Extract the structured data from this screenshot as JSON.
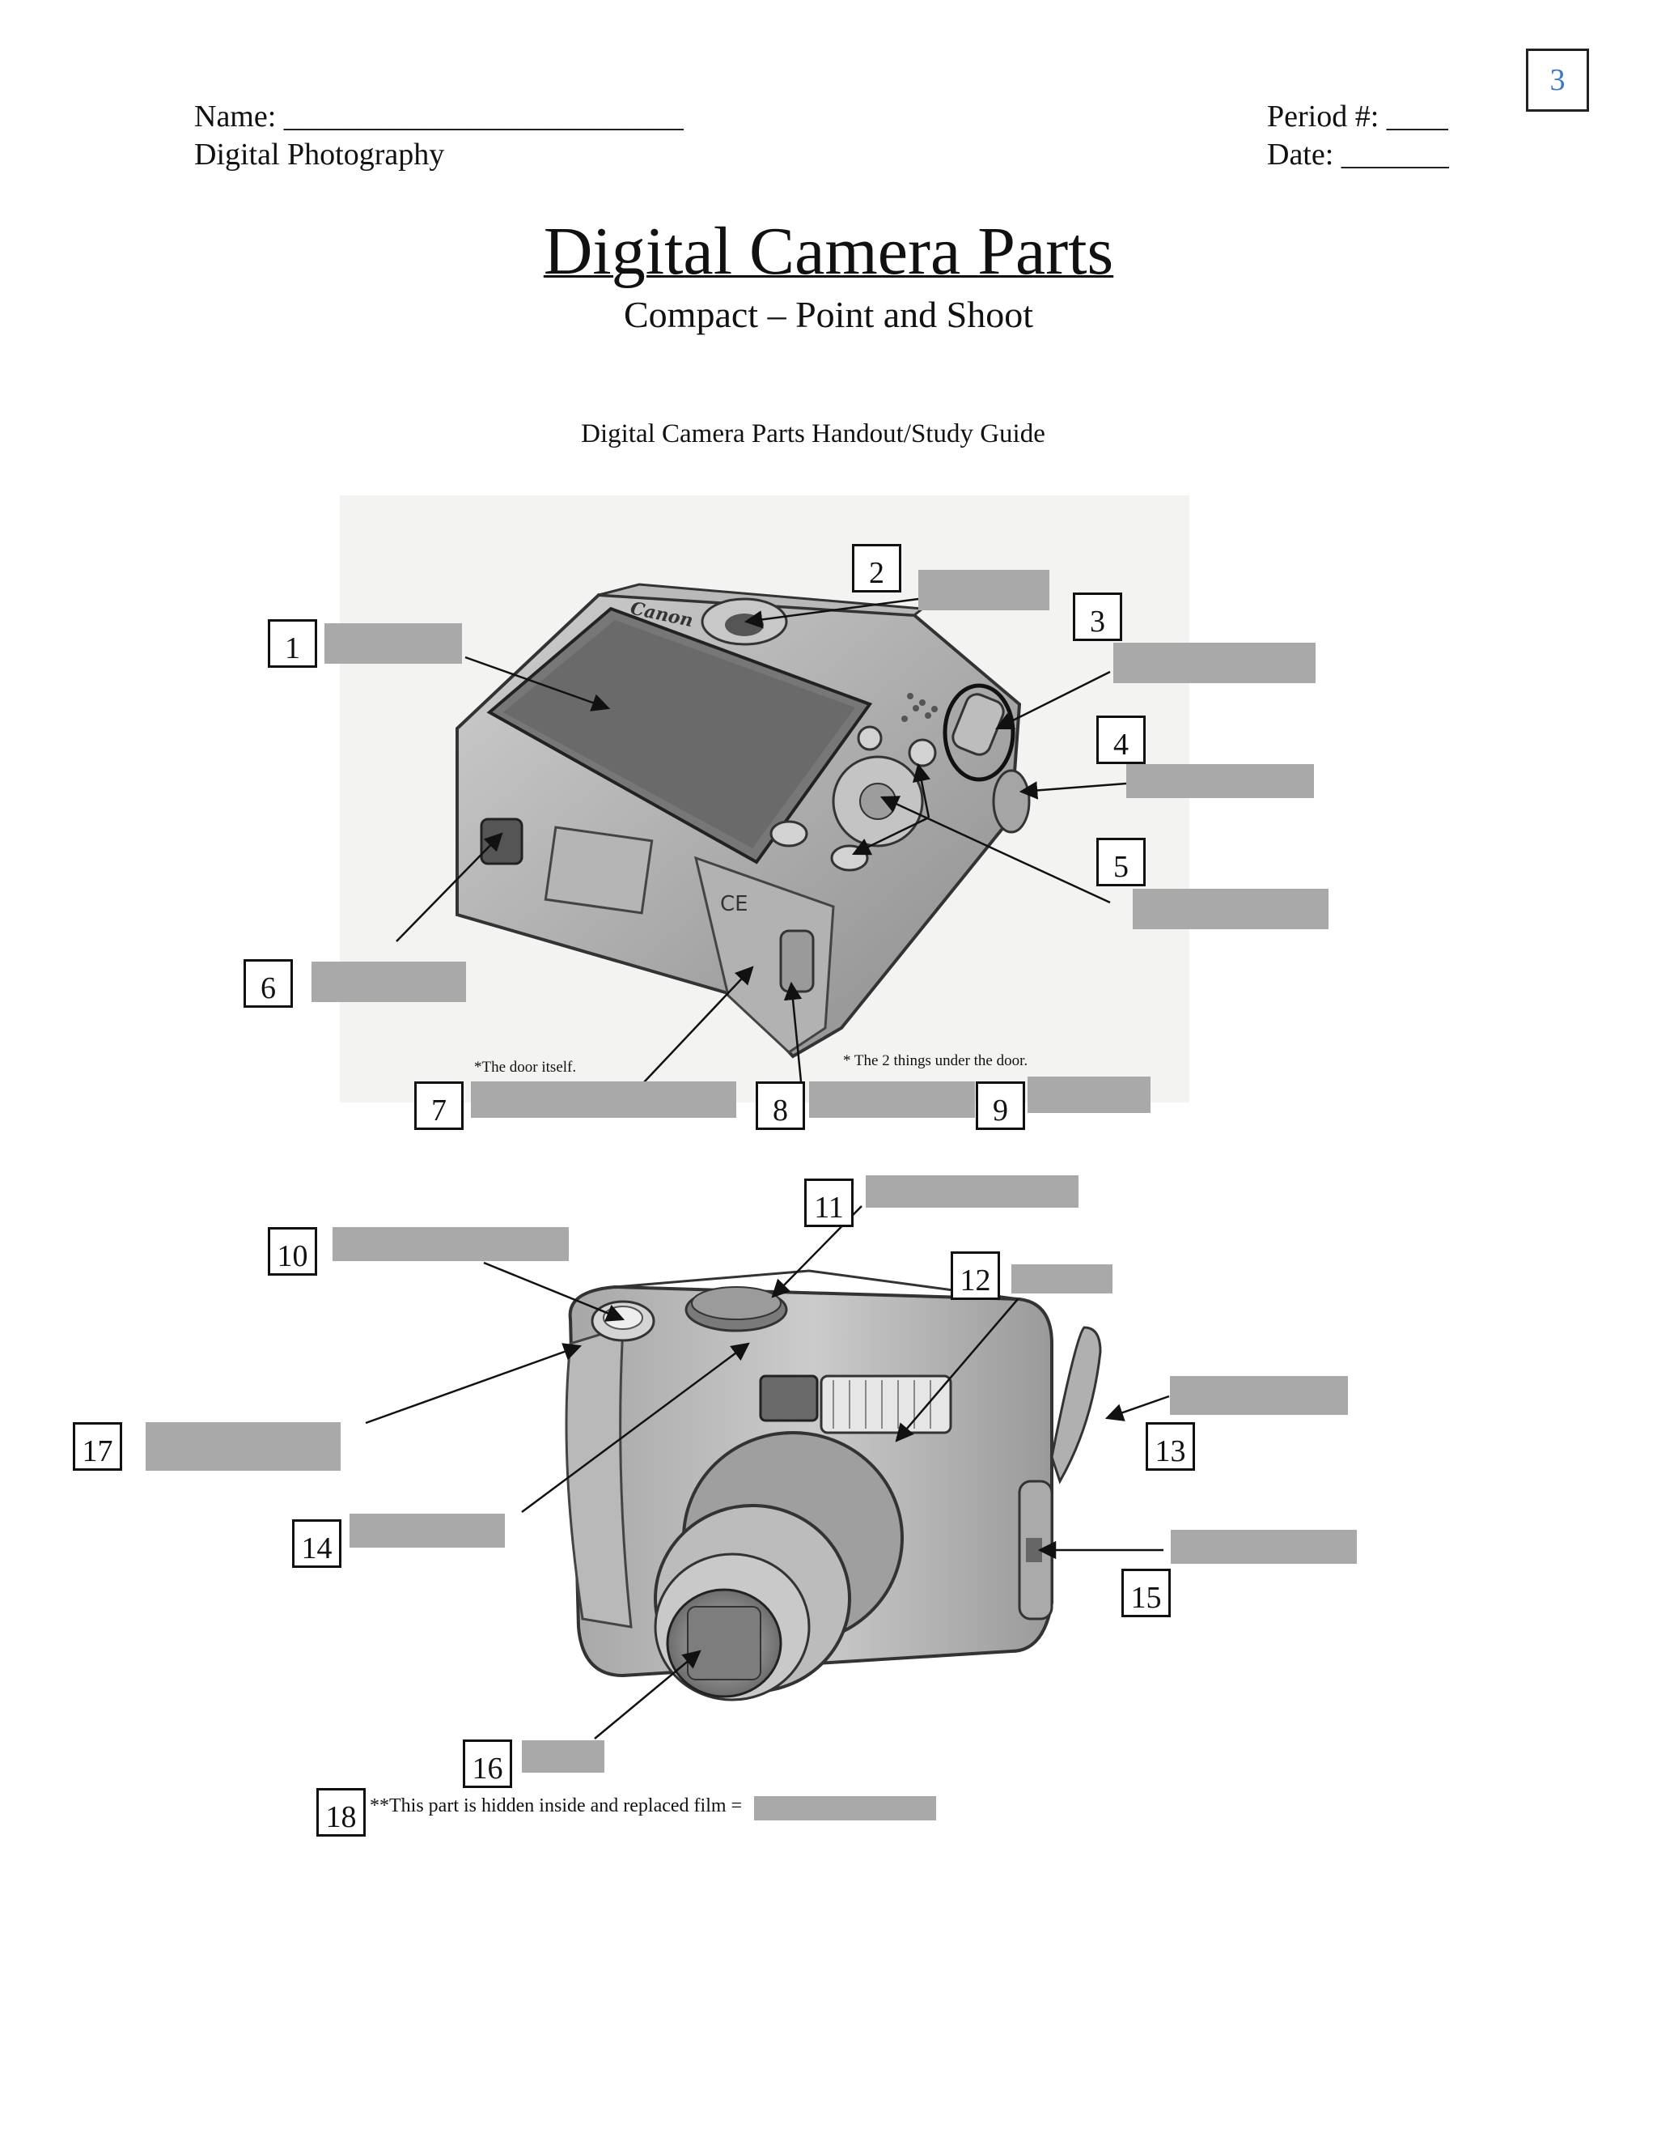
{
  "page_number": "3",
  "header": {
    "name_label": "Name: __________________________",
    "course": "Digital Photography",
    "period_label": "Period #: ____",
    "date_label": "Date: _______"
  },
  "title": "Digital Camera Parts",
  "subtitle": "Compact – Point and Shoot",
  "guide_title": "Digital Camera Parts Handout/Study Guide",
  "labels": {
    "n1": "1",
    "n2": "2",
    "n3": "3",
    "n4": "4",
    "n5": "5",
    "n6": "6",
    "n7": "7",
    "n8": "8",
    "n9": "9",
    "n10": "10",
    "n11": "11",
    "n12": "12",
    "n13": "13",
    "n14": "14",
    "n15": "15",
    "n16": "16",
    "n17": "17",
    "n18": "18"
  },
  "notes": {
    "door": "*The door itself.",
    "under_door": "* The 2 things under the door.",
    "hidden_part": "**This part is hidden inside and replaced film ="
  },
  "camera_brand": "Canon",
  "colors": {
    "answer_blank": "#a9a9a9",
    "page_number": "#3a78c2"
  }
}
